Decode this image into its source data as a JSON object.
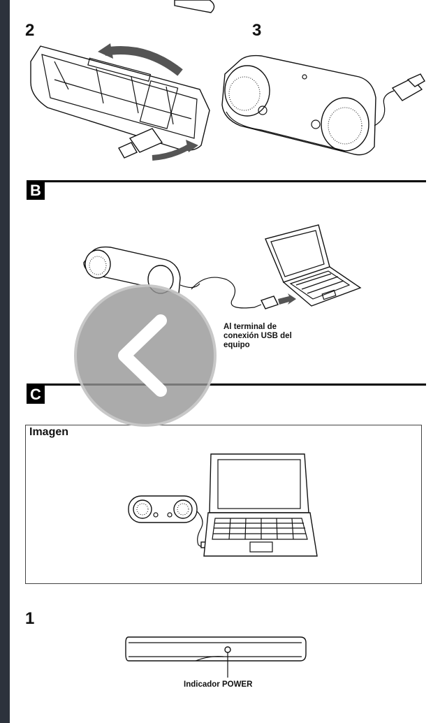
{
  "steps": {
    "two": "2",
    "three": "3",
    "one": "1"
  },
  "sections": {
    "b": "B",
    "c": "C"
  },
  "captions": {
    "usb_line1": "Al terminal de",
    "usb_line2": "conexión USB del",
    "usb_line3": "equipo",
    "power": "Indicador POWER"
  },
  "image_box": {
    "title": "Imagen"
  },
  "icons": {
    "back": "chevron-left-icon"
  }
}
